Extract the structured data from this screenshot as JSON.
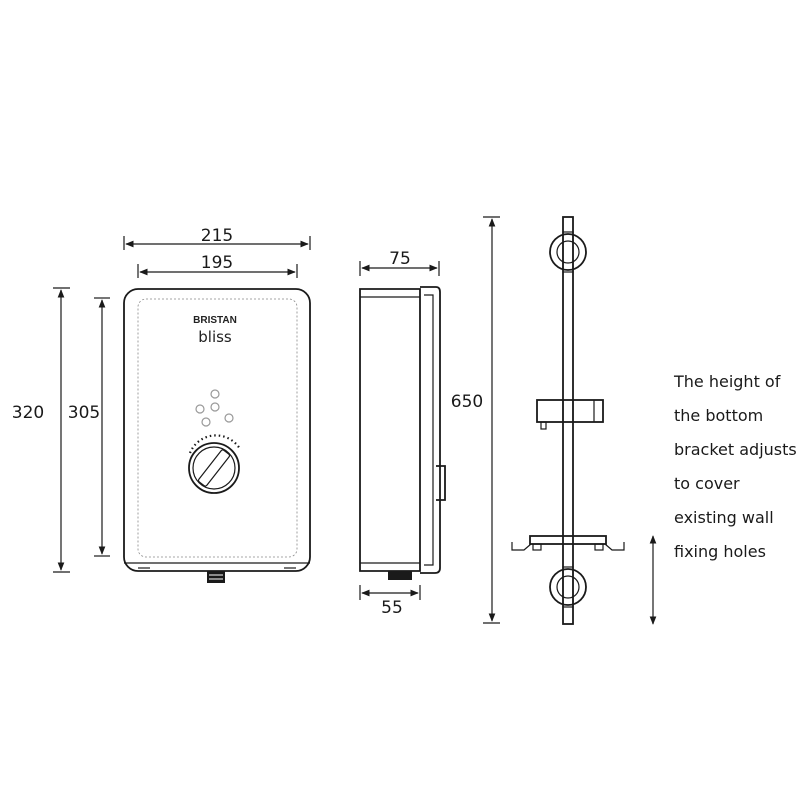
{
  "front_view": {
    "width_outer": "215",
    "width_inner": "195",
    "height_outer": "320",
    "height_inner": "305",
    "brand": "BRISTAN",
    "model": "bliss"
  },
  "side_view": {
    "depth_top": "75",
    "depth_bottom": "55"
  },
  "riser_rail": {
    "height": "650"
  },
  "note": {
    "lines": [
      "The height of",
      "the bottom",
      "bracket adjusts",
      "to cover",
      "existing wall",
      "fixing holes"
    ]
  }
}
